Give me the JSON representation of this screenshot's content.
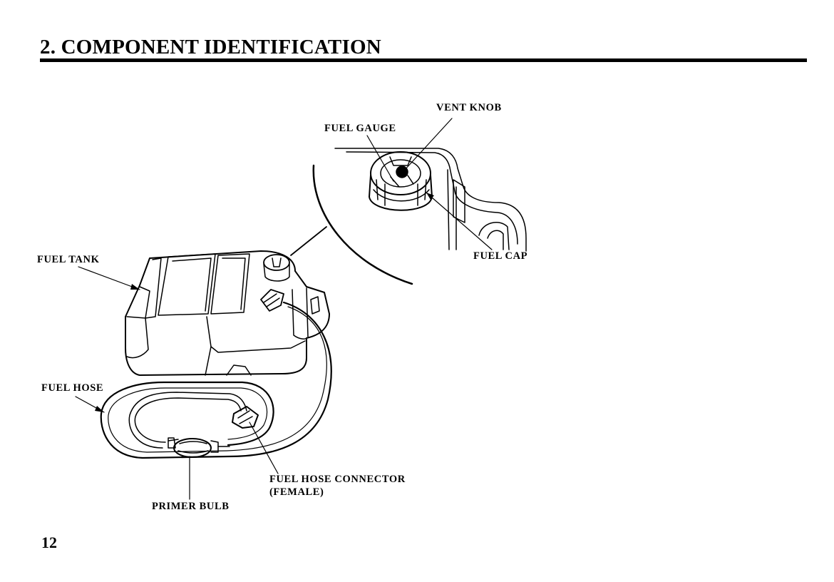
{
  "header": {
    "title": "2. COMPONENT IDENTIFICATION"
  },
  "figure": {
    "labels": {
      "vent_knob": "VENT KNOB",
      "fuel_gauge": "FUEL GAUGE",
      "fuel_tank": "FUEL TANK",
      "fuel_cap": "FUEL CAP",
      "fuel_hose": "FUEL HOSE",
      "fuel_hose_connector_line1": "FUEL HOSE CONNECTOR",
      "fuel_hose_connector_line2": "(FEMALE)",
      "primer_bulb": "PRIMER BULB"
    }
  },
  "footer": {
    "page_number": "12"
  }
}
